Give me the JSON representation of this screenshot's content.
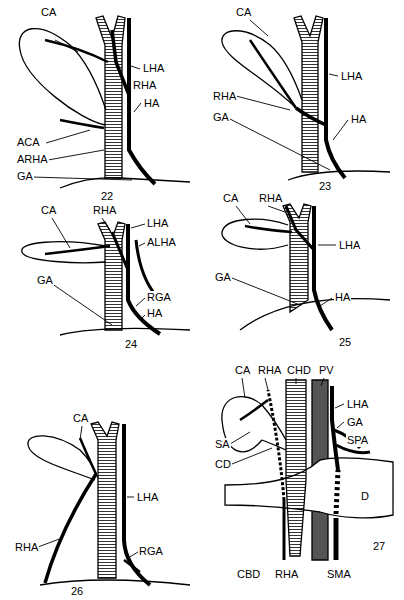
{
  "diagram": {
    "labels": [
      "CA",
      "ACA",
      "ARHA",
      "GA",
      "LHA",
      "RHA",
      "HA",
      "22",
      "CA",
      "LHA",
      "RHA",
      "HA",
      "GA",
      "23",
      "CA",
      "RHA",
      "LHA",
      "ALHA",
      "GA",
      "RGA",
      "HA",
      "24",
      "CA",
      "RHA",
      "LHA",
      "GA",
      "HA",
      "25",
      "CA",
      "LHA",
      "RHA",
      "RGA",
      "26",
      "CA",
      "RHA",
      "CHD",
      "PV",
      "LHA",
      "GA",
      "SPA",
      "SA",
      "CD",
      "D",
      "CBD",
      "RHA",
      "SMA",
      "27"
    ]
  }
}
